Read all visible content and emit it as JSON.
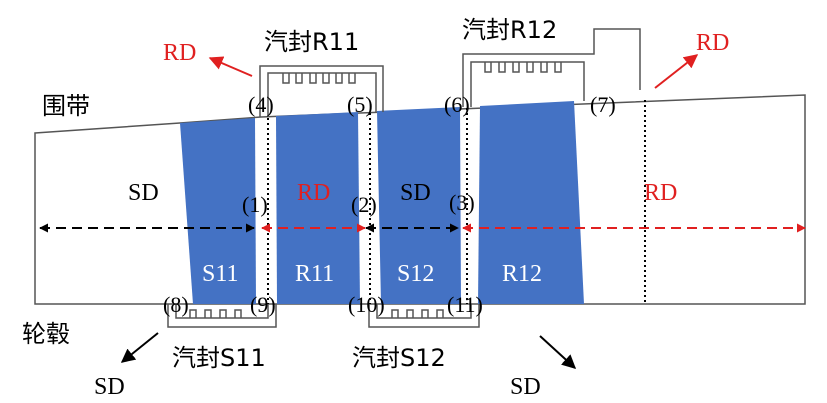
{
  "colors": {
    "blade": "#4472c4",
    "red": "#e02020",
    "black": "#000000",
    "outline": "#555555"
  },
  "labels": {
    "shroud": "围带",
    "hub": "轮毂",
    "seal_r11": "汽封R11",
    "seal_r12": "汽封R12",
    "seal_s11": "汽封S11",
    "seal_s12": "汽封S12",
    "rd": "RD",
    "sd": "SD",
    "blade_s11": "S11",
    "blade_r11": "R11",
    "blade_s12": "S12",
    "blade_r12": "R12"
  },
  "points": {
    "p1": "(1)",
    "p2": "(2)",
    "p3": "(3)",
    "p4": "(4)",
    "p5": "(5)",
    "p6": "(6)",
    "p7": "(7)",
    "p8": "(8)",
    "p9": "(9)",
    "p10": "(10)",
    "p11": "(11)"
  }
}
